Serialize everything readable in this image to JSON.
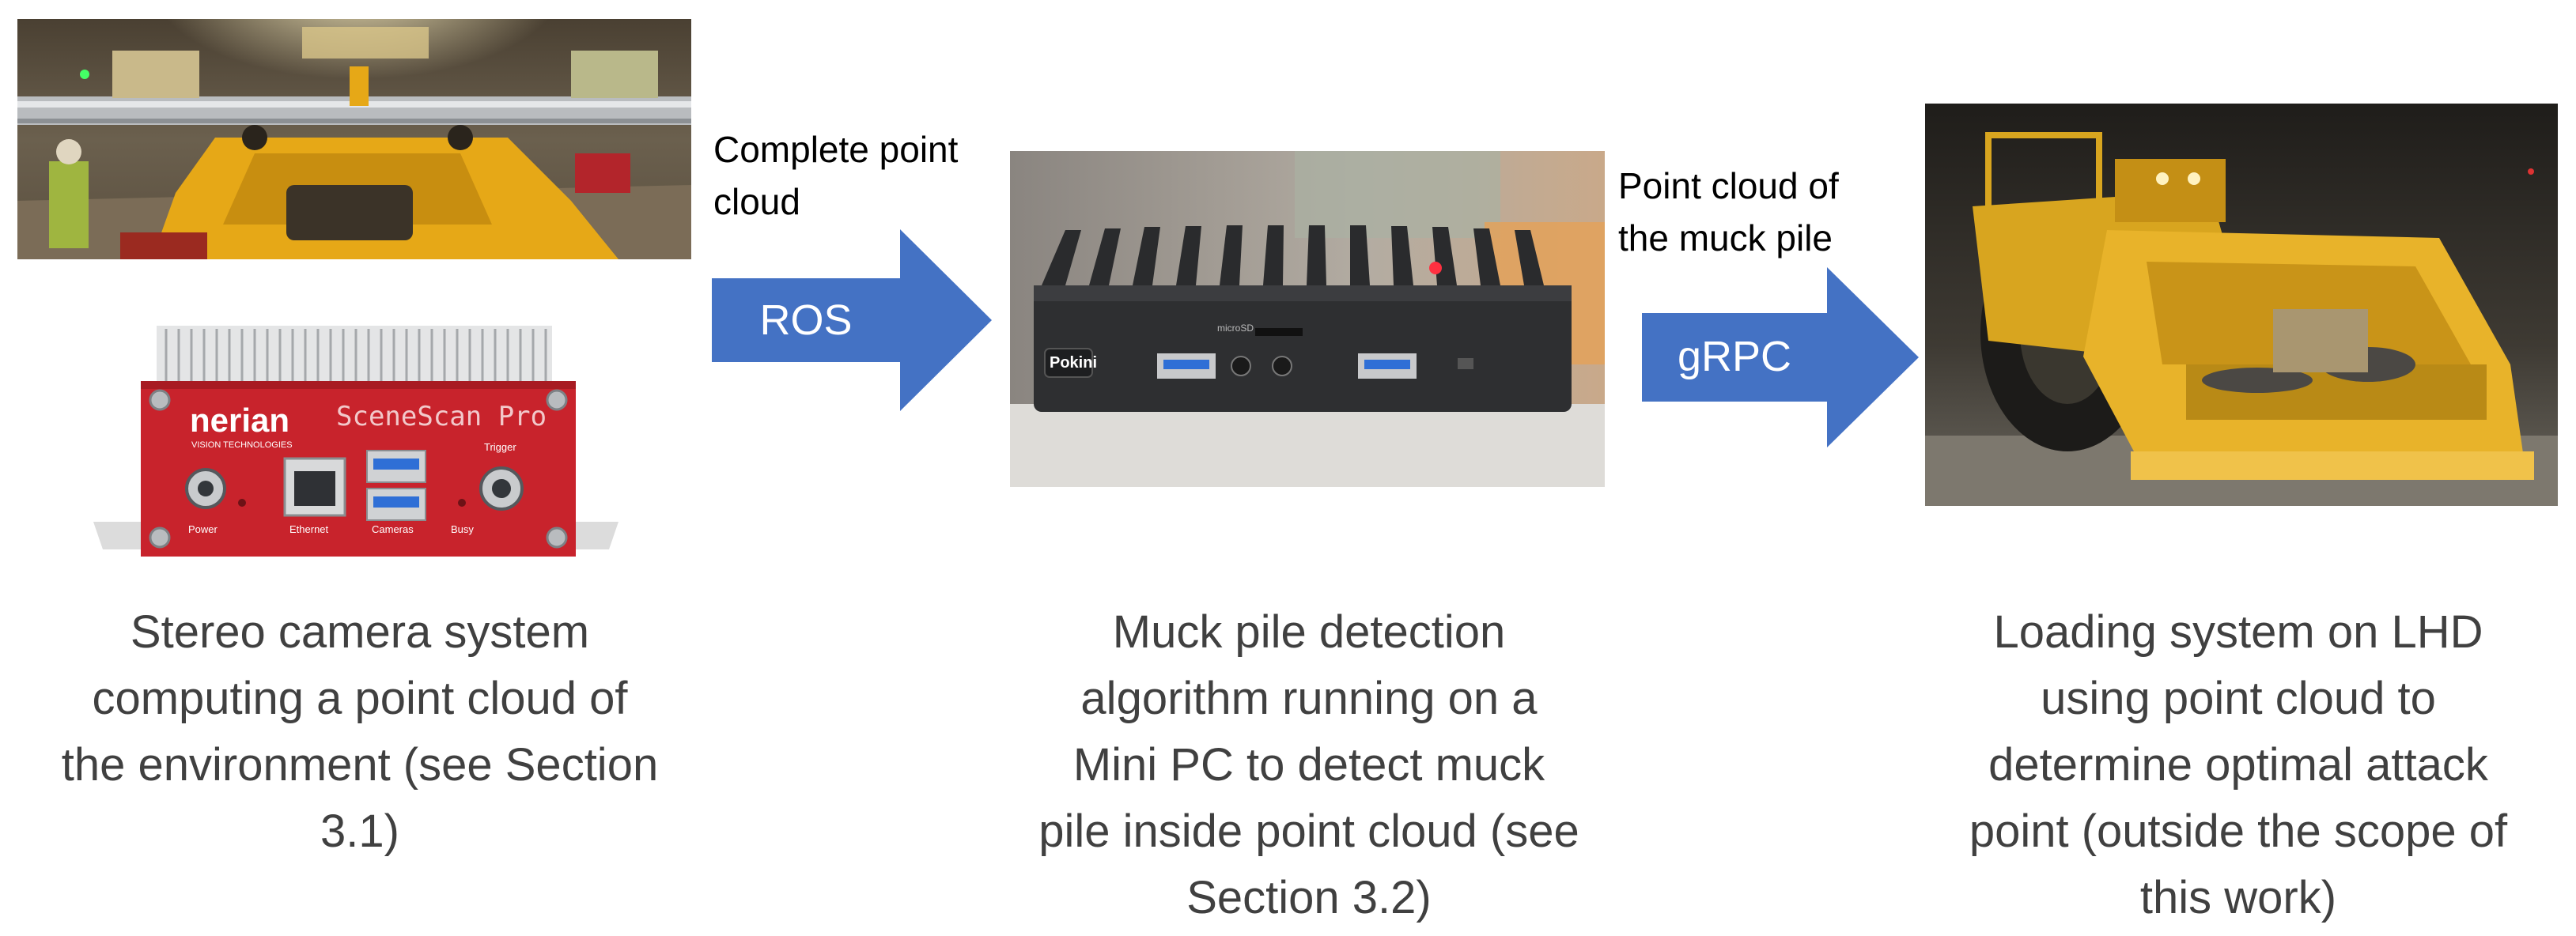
{
  "arrows": [
    {
      "label": "ROS",
      "color": "#4472C4"
    },
    {
      "label": "gRPC",
      "color": "#4472C4"
    }
  ],
  "flow_labels": {
    "ros": [
      "Complete point",
      "cloud"
    ],
    "grpc": [
      "Point cloud of",
      "the muck pile"
    ]
  },
  "captions": {
    "camera": [
      "Stereo camera system",
      "computing a point cloud of",
      "the environment (see Section",
      "3.1)"
    ],
    "minipc": [
      "Muck pile detection",
      "algorithm running on a",
      "Mini PC to detect muck",
      "pile inside point cloud (see",
      "Section 3.2)"
    ],
    "lhd": [
      "Loading system on LHD",
      "using point cloud to",
      "determine optimal attack",
      "point (outside the scope of",
      "this work)"
    ]
  },
  "device": {
    "brand": "nerian",
    "brand_sub": "VISION TECHNOLOGIES",
    "product": "SceneScan Pro",
    "ports": [
      "Power",
      "Ethernet",
      "Cameras",
      "Busy",
      "Trigger"
    ],
    "body_color": "#C8232C"
  },
  "minipc": {
    "brand": "Pokini",
    "port_text": "microSD"
  }
}
